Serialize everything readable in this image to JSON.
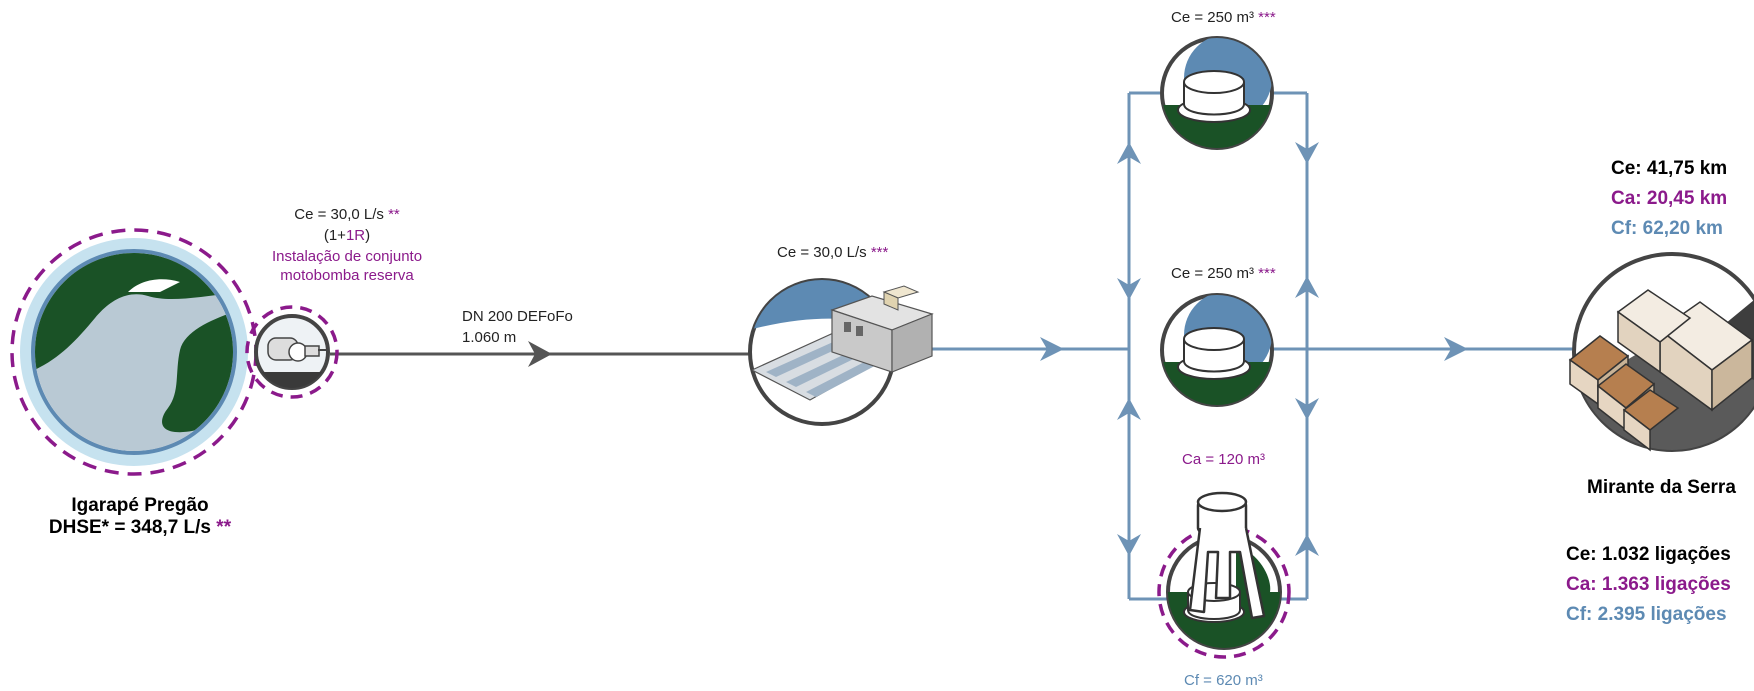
{
  "colors": {
    "existing": "#333333",
    "expansion": "#8b1a8b",
    "future": "#5d8ab3",
    "forest": "#1a5226",
    "water": "#b9c9d4",
    "water_ring": "#c6e2ef"
  },
  "source": {
    "name": "Igarapé Pregão",
    "flow_prefix": "DHSE* = 348,7 L/s",
    "flow_stars": "**"
  },
  "pump": {
    "ce_prefix": "Ce = 30,0 L/s",
    "ce_stars": "**",
    "config_open": "(1+",
    "config_reserve": "1R",
    "config_close": ")",
    "note_line1": "Instalação de conjunto",
    "note_line2": "motobomba reserva"
  },
  "pipeline": {
    "diameter": "DN 200 DEFoFo",
    "length": "1.060 m"
  },
  "treatment": {
    "ce_prefix": "Ce = 30,0 L/s",
    "ce_stars": "***"
  },
  "reservoirs": {
    "top": {
      "ce_prefix": "Ce = 250 m³",
      "ce_stars": "***"
    },
    "middle": {
      "ce_prefix": "Ce = 250 m³",
      "ce_stars": "***"
    },
    "bottom": {
      "ca": "Ca = 120 m³",
      "cf": "Cf = 620 m³"
    }
  },
  "network": {
    "ce": "Ce: 41,75 km",
    "ca": "Ca: 20,45 km",
    "cf": "Cf: 62,20 km"
  },
  "city": {
    "name": "Mirante da Serra",
    "ce": "Ce: 1.032 ligações",
    "ca": "Ca: 1.363 ligações",
    "cf": "Cf: 2.395 ligações"
  }
}
